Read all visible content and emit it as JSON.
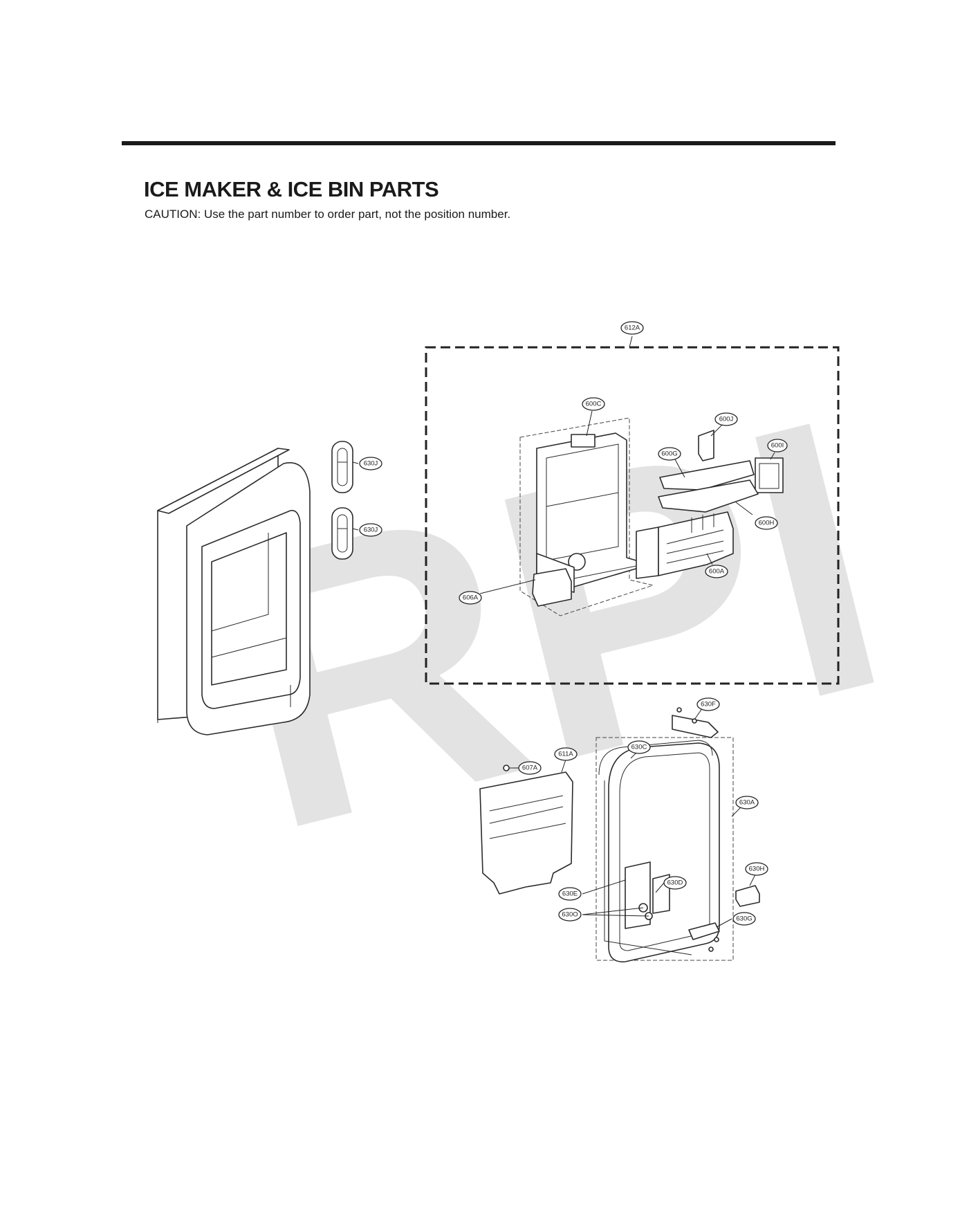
{
  "page": {
    "title": "ICE MAKER & ICE BIN PARTS",
    "caution": "CAUTION: Use the part number to order part, not the position number.",
    "watermark": "RPI"
  },
  "callouts": [
    {
      "id": "612A",
      "label": "612A"
    },
    {
      "id": "600C",
      "label": "600C"
    },
    {
      "id": "600J",
      "label": "600J"
    },
    {
      "id": "600I",
      "label": "600I"
    },
    {
      "id": "600G",
      "label": "600G"
    },
    {
      "id": "600H",
      "label": "600H"
    },
    {
      "id": "600A",
      "label": "600A"
    },
    {
      "id": "606A",
      "label": "606A"
    },
    {
      "id": "630J-top",
      "label": "630J"
    },
    {
      "id": "630J-bottom",
      "label": "630J"
    },
    {
      "id": "630F",
      "label": "630F"
    },
    {
      "id": "630C",
      "label": "630C"
    },
    {
      "id": "611A",
      "label": "611A"
    },
    {
      "id": "607A",
      "label": "607A"
    },
    {
      "id": "630A",
      "label": "630A"
    },
    {
      "id": "630H",
      "label": "630H"
    },
    {
      "id": "630D",
      "label": "630D"
    },
    {
      "id": "630E",
      "label": "630E"
    },
    {
      "id": "630O",
      "label": "630O"
    },
    {
      "id": "630G",
      "label": "630G"
    }
  ]
}
